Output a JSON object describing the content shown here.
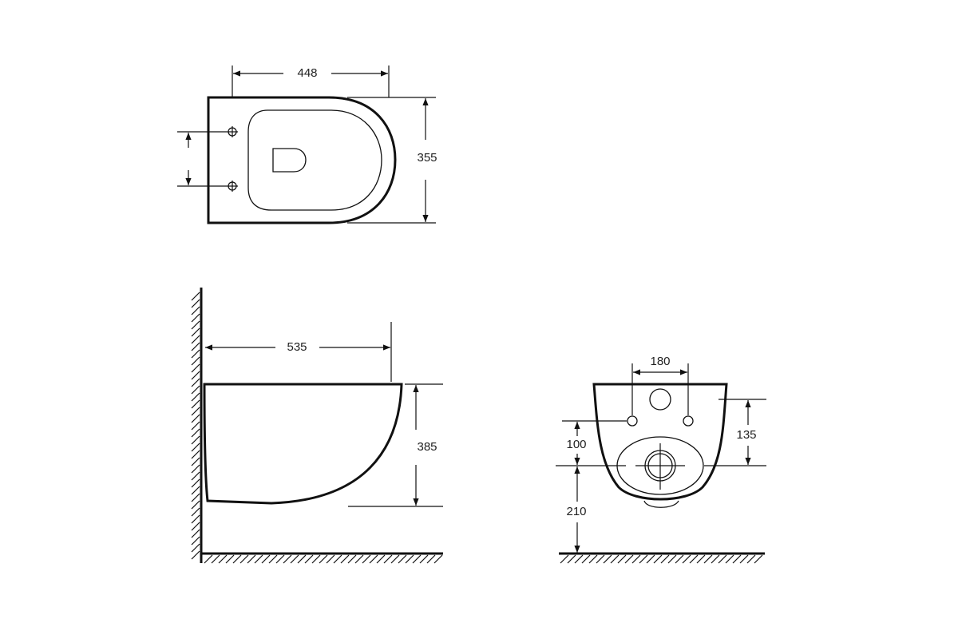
{
  "drawing": {
    "top_view": {
      "width_label": "448",
      "depth_label": "355"
    },
    "side_view": {
      "length_label": "535",
      "height_label": "385"
    },
    "front_view": {
      "bolt_spacing_label": "180",
      "bolt_to_outlet_label": "100",
      "outlet_height_label": "210",
      "top_to_outlet_label": "135"
    },
    "line_color": "#111111"
  }
}
